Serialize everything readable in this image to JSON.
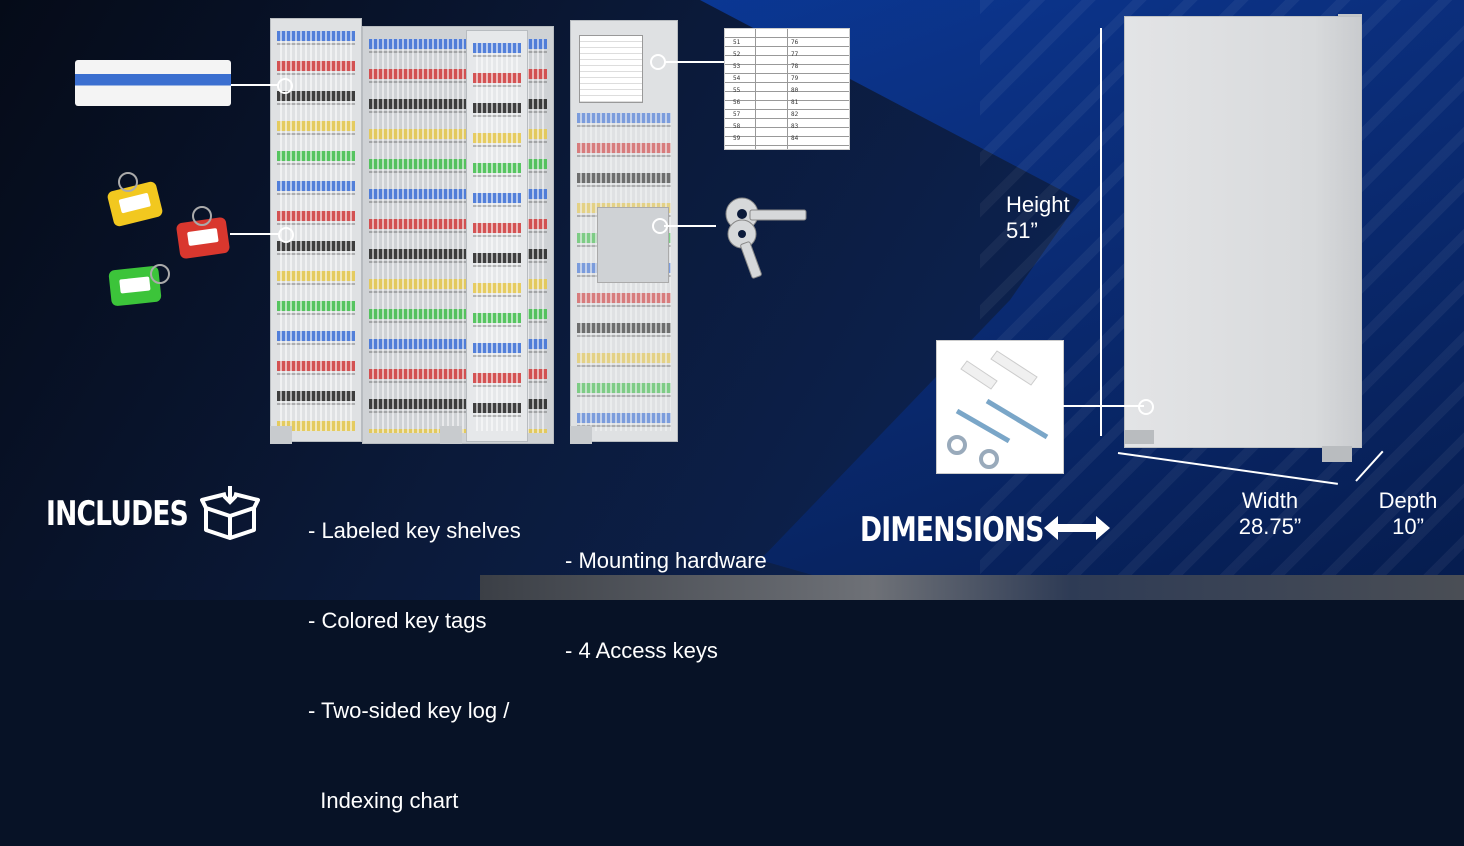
{
  "includes": {
    "title": "INCLUDES",
    "items_left": [
      "- Labeled key shelves",
      "- Colored key tags",
      "- Two-sided key log /",
      "  Indexing chart"
    ],
    "items_right": [
      "- Mounting hardware",
      "- 4 Access keys"
    ]
  },
  "dimensions": {
    "title": "DIMENSIONS",
    "height_label": "Height",
    "height_value": "51”",
    "width_label": "Width",
    "width_value": "28.75”",
    "depth_label": "Depth",
    "depth_value": "10”"
  },
  "key_log_numbers": {
    "left": [
      "51",
      "52",
      "53",
      "54",
      "55",
      "56",
      "57",
      "58",
      "59"
    ],
    "right": [
      "76",
      "77",
      "78",
      "79",
      "80",
      "81",
      "82",
      "83",
      "84"
    ]
  },
  "icons": [
    "box-download-icon",
    "double-arrow-icon"
  ],
  "colors": {
    "tag_yellow": "#f2c81f",
    "tag_red": "#d9372e",
    "tag_green": "#3cc43a",
    "rail_blue": "#3b6fd0",
    "background_blue": "#0a3fa8"
  }
}
